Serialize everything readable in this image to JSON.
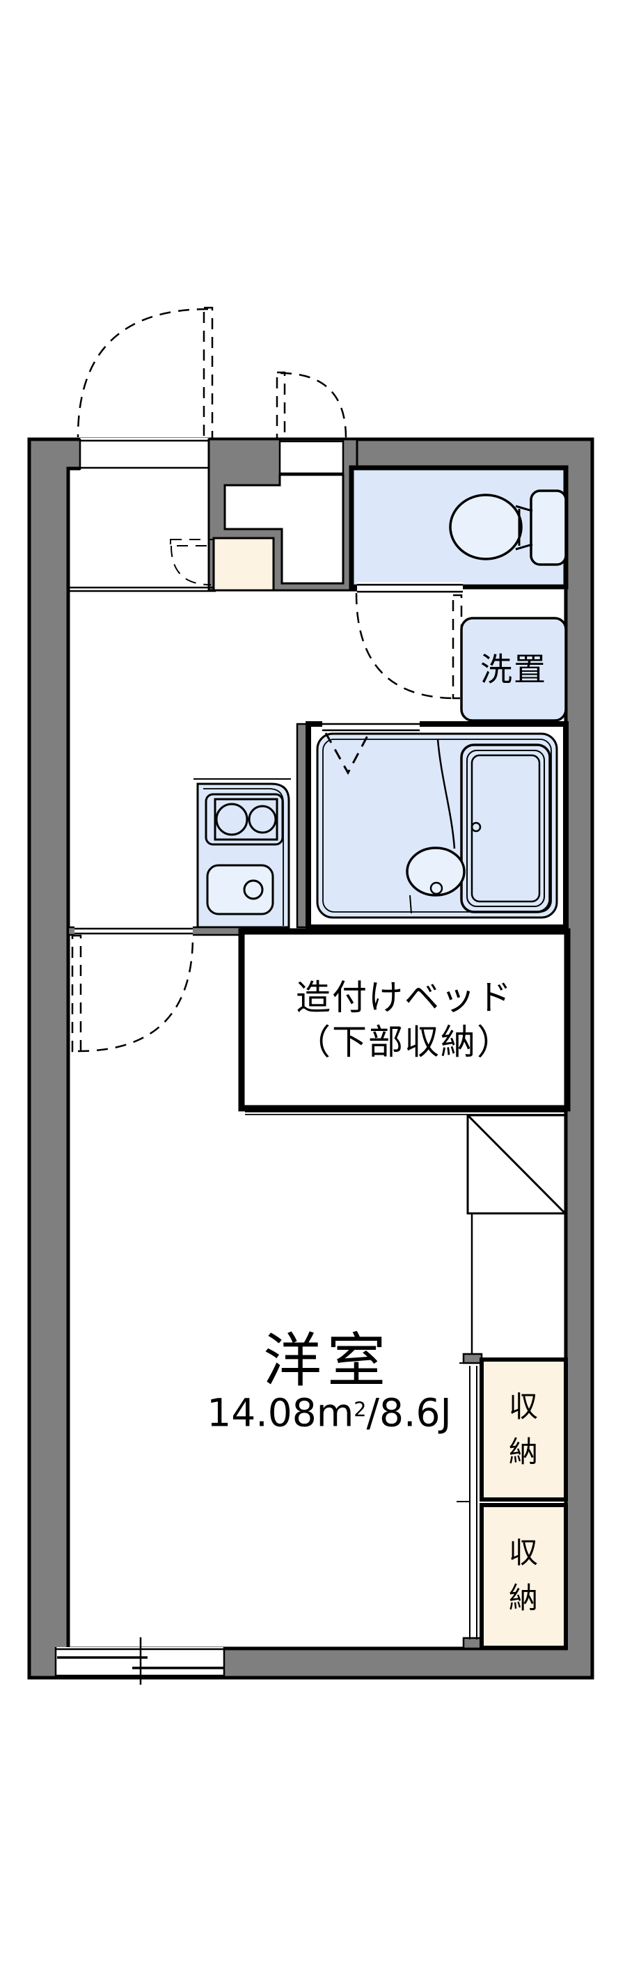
{
  "page": {
    "title": "間取り図",
    "background": "#ffffff"
  },
  "colors": {
    "bg": "#ffffff",
    "wall": "#7f7f7f",
    "fixture": "#dce8f9",
    "fixture-light": "#e9f1fc",
    "storage": "#fdf3e2",
    "line": "#000000"
  },
  "rooms": {
    "laundry": {
      "label": "洗置"
    },
    "bed": {
      "label_line1": "造付けベッド",
      "label_line2": "（下部収納）"
    },
    "main_room": {
      "name": "洋室",
      "area": {
        "base": "14.08m",
        "sup": "2",
        "rest": "/8.6J"
      }
    },
    "closet_upper": {
      "char1": "収",
      "char2": "納"
    },
    "closet_lower": {
      "char1": "収",
      "char2": "納"
    }
  }
}
